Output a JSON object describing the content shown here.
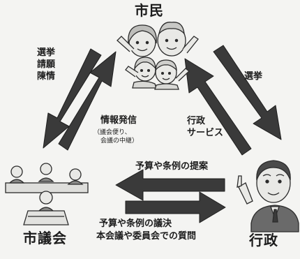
{
  "actors": {
    "citizens": "市民",
    "council": "市議会",
    "administration": "行政"
  },
  "labels": {
    "council_to_citizens": [
      "選挙",
      "請願",
      "陳情"
    ],
    "citizens_to_admin": "選挙",
    "admin_to_citizens": [
      "行政",
      "サービス"
    ],
    "council_info": "情報発信",
    "council_info_note": [
      "（議会便り、",
      "会議の中継）"
    ],
    "admin_to_council": "予算や条例の提案",
    "council_to_admin": [
      "予算や条例の議決",
      "本会議や委員会での質問"
    ]
  },
  "colors": {
    "arrow": "#3a3a3a",
    "arrow_edge": "#1e1e1e",
    "figure_fill": "#e9e9e6",
    "figure_line": "#2b2b2b",
    "suit": "#6a6a6a"
  }
}
